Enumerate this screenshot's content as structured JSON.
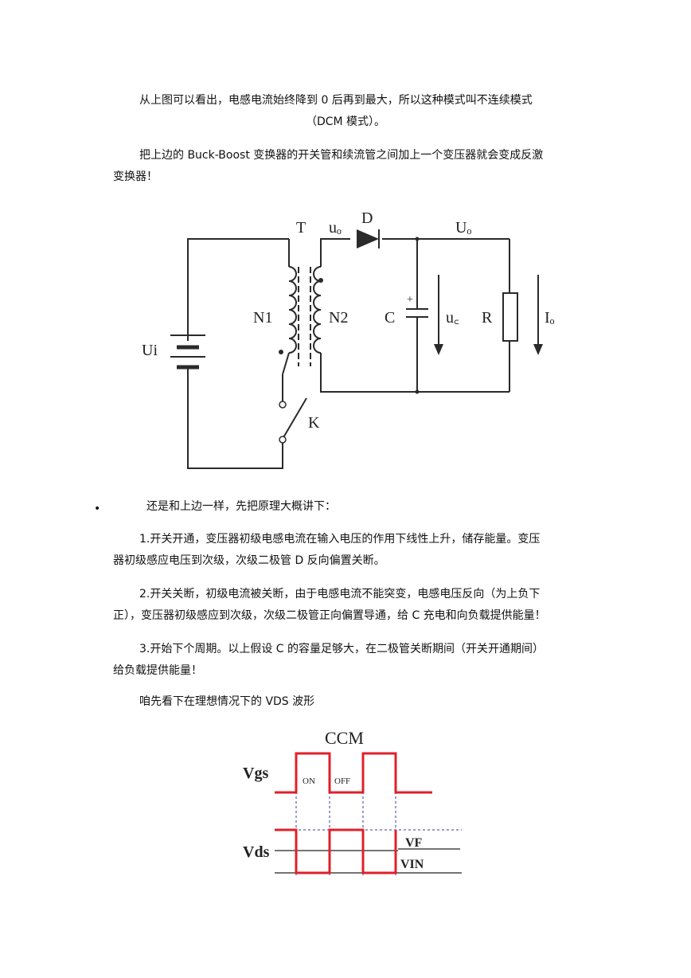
{
  "paragraphs": {
    "p1_line1": "从上图可以看出，电感电流始终降到 0 后再到最大，所以这种模式叫不连续模式",
    "p1_line2": "（DCM 模式）。",
    "p2_line1": "把上边的 Buck-Boost 变换器的开关管和续流管之间加上一个变压器就会变成反激",
    "p2_line2": "变换器！",
    "bullet_text": "还是和上边一样，先把原理大概讲下：",
    "step1_line1": "1.开关开通，变压器初级电感电流在输入电压的作用下线性上升，储存能量。变压",
    "step1_line2": "器初级感应电压到次级，次级二极管 D 反向偏置关断。",
    "step2_line1": "2.开关关断，初级电流被关断，由于电感电流不能突变，电感电压反向（为上负下",
    "step2_line2": "正），变压器初级感应到次级，次级二极管正向偏置导通，给 C 充电和向负载提供能量！",
    "step3_line1": "3.开始下个周期。以上假设 C 的容量足够大，在二极管关断期间（开关开通期间）",
    "step3_line2": "给负载提供能量！",
    "p_vds": "咱先看下在理想情况下的 VDS 波形"
  },
  "circuit": {
    "labels": {
      "T": "T",
      "uo": "uₒ",
      "D": "D",
      "Uo": "Uₒ",
      "N1": "N1",
      "N2": "N2",
      "C": "C",
      "plus": "+",
      "uc": "u꜀",
      "R": "R",
      "Io": "Iₒ",
      "Ui": "Ui",
      "K": "K"
    }
  },
  "waveform": {
    "title": "CCM",
    "vgs_label": "Vgs",
    "vds_label": "Vds",
    "on_label": "ON",
    "off_label": "OFF",
    "vf_label": "VF",
    "vin_label": "VIN",
    "colors": {
      "waveform": "#e0202a",
      "dashed": "#3a3aa0",
      "line": "#222222"
    }
  }
}
